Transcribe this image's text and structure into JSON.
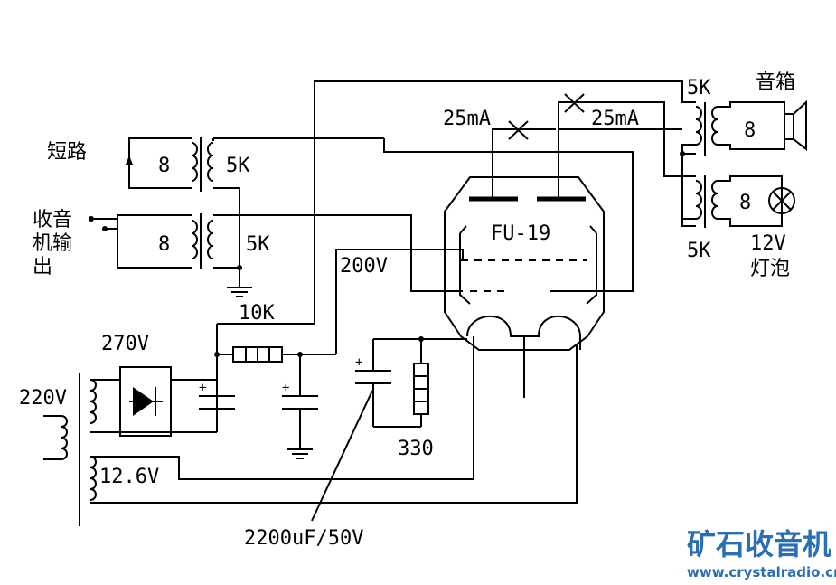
{
  "labels": {
    "short_circuit": "短路",
    "radio_output_1": "收音",
    "radio_output_2": "机输",
    "radio_output_3": "出",
    "speaker": "音箱",
    "bulb_1": "12V",
    "bulb_2": "灯泡",
    "tube": "FU-19",
    "current_left": "25mA",
    "current_right": "25mA",
    "v200": "200V",
    "v270": "270V",
    "v220": "220V",
    "v126": "12.6V",
    "r10k": "10K",
    "r330": "330",
    "cap": "2200uF/50V",
    "k5_a": "5K",
    "k5_b": "5K",
    "k5_top": "5K",
    "k5_bottom": "5K",
    "ohm8_a": "8",
    "ohm8_b": "8",
    "ohm8_speaker": "8",
    "ohm8_bulb": "8"
  },
  "watermark": {
    "site_cn": "矿石收音机",
    "site_url": "www.crystalradio.cn"
  },
  "colors": {
    "wire": "#000000",
    "watermark": "#2a6fb3"
  }
}
